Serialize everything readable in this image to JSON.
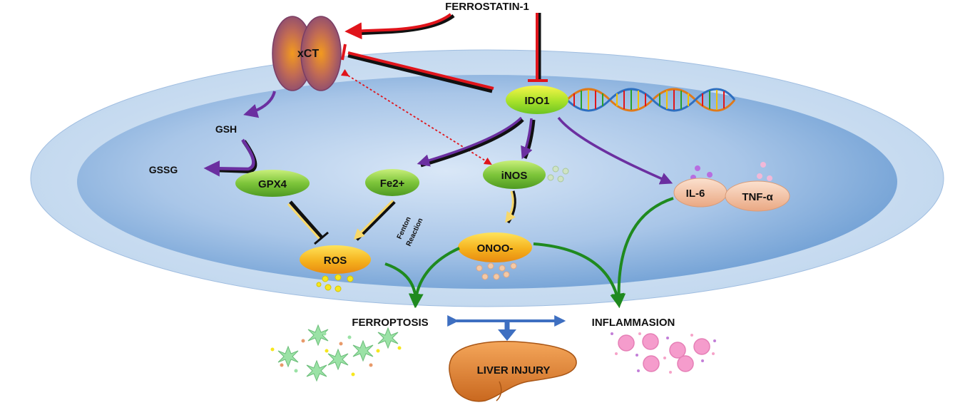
{
  "title": "FERROSTATIN-1",
  "nodes": {
    "xct": "xCT",
    "ido1": "IDO1",
    "gsh": "GSH",
    "gssg": "GSSG",
    "gpx4": "GPX4",
    "fe2": "Fe2+",
    "inos": "iNOS",
    "il6": "IL-6",
    "tnfa": "TNF-α",
    "ros": "ROS",
    "onoo": "ONOO-",
    "fenton_line1": "Fenton",
    "fenton_line2": "Reaction"
  },
  "outcomes": {
    "ferroptosis": "FERROPTOSIS",
    "inflammation": "INFLAMMASION",
    "liver_injury": "LIVER INJURY"
  },
  "colors": {
    "inhibit_red": "#e0141b",
    "activation_purple": "#6b2fa0",
    "outcome_green": "#1f8a1f",
    "outcome_blue": "#3e6fc1",
    "cell_membrane": "#c9dcf0",
    "cell_inner": "#7fa9d8"
  }
}
